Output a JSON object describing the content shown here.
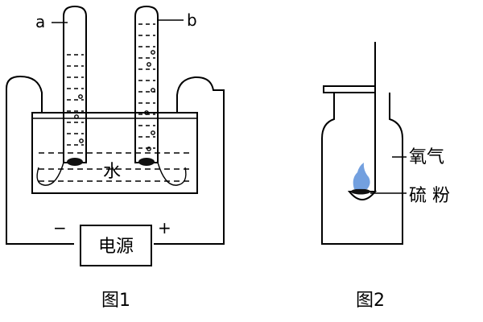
{
  "figure1": {
    "tube_a_label": "a",
    "tube_b_label": "b",
    "water_label": "水",
    "negative_label": "−",
    "positive_label": "+",
    "power_label": "电源",
    "caption": "图1"
  },
  "figure2": {
    "oxygen_label": "氧气",
    "sulfur_label": "硫 粉",
    "caption": "图2",
    "flame_color": "#5b8fd9"
  }
}
